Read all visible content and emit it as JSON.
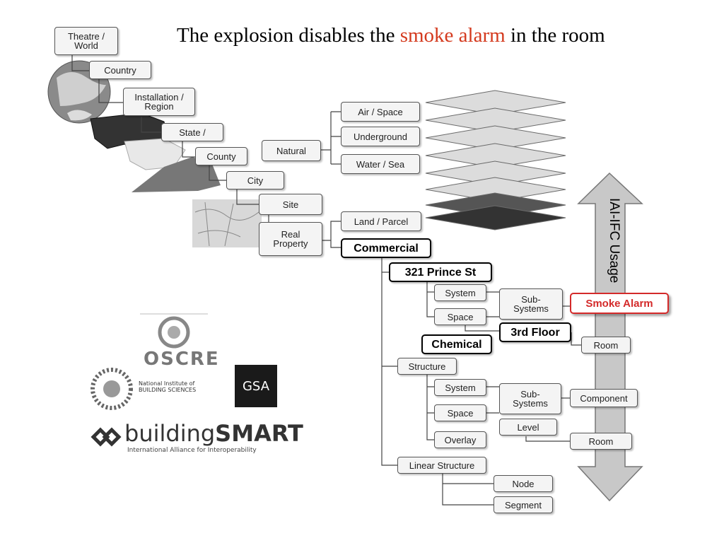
{
  "title": {
    "before": "The explosion disables the ",
    "highlight": "smoke alarm",
    "after": " in the room"
  },
  "hierarchy": {
    "theatre": "Theatre / World",
    "country": "Country",
    "installation": "Installation / Region",
    "state": "State /",
    "county": "County",
    "city": "City",
    "site": "Site",
    "real_property": "Real Property",
    "natural": "Natural",
    "air_space": "Air / Space",
    "underground": "Underground",
    "water_sea": "Water / Sea",
    "land_parcel": "Land / Parcel",
    "commercial": "Commercial",
    "address": "321 Prince St",
    "system1": "System",
    "space1": "Space",
    "subsystems1": "Sub-Systems",
    "smoke_alarm": "Smoke Alarm",
    "third_floor": "3rd Floor",
    "room1": "Room",
    "chemical": "Chemical",
    "structure": "Structure",
    "system2": "System",
    "space2": "Space",
    "overlay": "Overlay",
    "subsystems2": "Sub-Systems",
    "component": "Component",
    "level": "Level",
    "room2": "Room",
    "linear_structure": "Linear Structure",
    "node": "Node",
    "segment": "Segment"
  },
  "arrow_label": "IAI-IFC Usage",
  "logos": {
    "oscre": "OSCRE",
    "nibs": "National Institute of BUILDING SCIENCES",
    "gsa": "GSA",
    "buildingsmart_a": "building",
    "buildingsmart_b": "SMART",
    "buildingsmart_tagline": "International Alliance for Interoperability"
  },
  "colors": {
    "highlight": "#d43a1e",
    "alarm_border": "#d42a2a"
  }
}
